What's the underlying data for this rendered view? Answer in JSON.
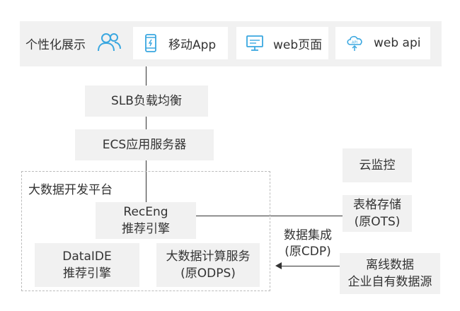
{
  "personal_display": {
    "label": "个性化展示",
    "icon": "users-icon",
    "channels": [
      {
        "label": "移动App",
        "icon": "mobile-phone-icon"
      },
      {
        "label": "web页面",
        "icon": "monitor-icon"
      },
      {
        "label": "web api",
        "icon": "cloud-api-icon",
        "icon_text": "API"
      }
    ]
  },
  "slb": {
    "label": "SLB负载均衡"
  },
  "ecs": {
    "label": "ECS应用服务器"
  },
  "big_data_platform": {
    "label": "大数据开发平台",
    "rec_engine": {
      "line1": "RecEng",
      "line2": "推荐引擎"
    },
    "data_ide": {
      "line1": "DataIDE",
      "line2": "推荐引擎"
    },
    "compute_service": {
      "line1": "大数据计算服务",
      "line2": "(原ODPS)"
    }
  },
  "cloud_monitor": {
    "label": "云监控"
  },
  "table_store": {
    "line1": "表格存储",
    "line2": "(原OTS)"
  },
  "data_integration": {
    "line1": "数据集成",
    "line2": "(原CDP)"
  },
  "offline_data": {
    "line1": "离线数据",
    "line2": "企业自有数据源"
  },
  "colors": {
    "box_fill": "#f1f1f1",
    "icon_accent": "#3aa7e0",
    "line": "#333333"
  }
}
